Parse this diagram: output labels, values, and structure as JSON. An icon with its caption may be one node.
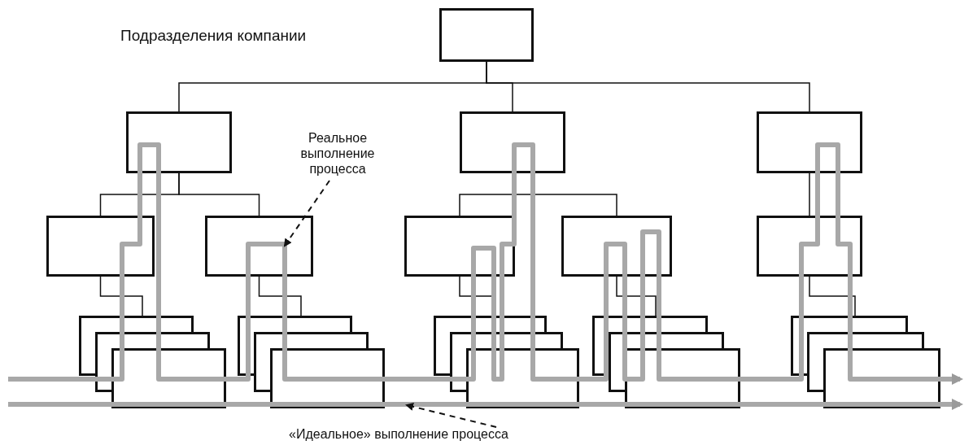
{
  "diagram": {
    "nodes": [
      {
        "text": [],
        "shape": "box"
      },
      {
        "text": [],
        "shape": "box"
      },
      {
        "text": [],
        "shape": "box"
      },
      {
        "text": [],
        "shape": "box"
      },
      {
        "text": [],
        "shape": "box"
      },
      {
        "text": [],
        "shape": "box"
      },
      {
        "text": [],
        "shape": "box"
      },
      {
        "text": [],
        "shape": "box"
      },
      {
        "text": [],
        "shape": "box"
      },
      {
        "text": [],
        "shape": "stack"
      },
      {
        "text": [],
        "shape": "stack"
      },
      {
        "text": [],
        "shape": "stack"
      },
      {
        "text": [],
        "shape": "stack"
      },
      {
        "text": [],
        "shape": "stack"
      },
      {
        "text": [
          "Реальное выполнение процесса"
        ]
      },
      {
        "text": [
          "«Идеальное» выполнение процесса"
        ]
      }
    ],
    "edges": [
      {
        "from": 0,
        "to": 1,
        "arrow": "none"
      },
      {
        "from": 0,
        "to": 2,
        "arrow": "none"
      },
      {
        "from": 0,
        "to": 3,
        "arrow": "none"
      },
      {
        "from": 1,
        "to": 4,
        "arrow": "none"
      },
      {
        "from": 1,
        "to": 5,
        "arrow": "none"
      },
      {
        "from": 2,
        "to": 6,
        "arrow": "none"
      },
      {
        "from": 2,
        "to": 7,
        "arrow": "none"
      },
      {
        "from": 3,
        "to": 8,
        "arrow": "none"
      },
      {
        "from": 4,
        "to": 9,
        "arrow": "none"
      },
      {
        "from": 5,
        "to": 10,
        "arrow": "none"
      },
      {
        "from": 6,
        "to": 11,
        "arrow": "none"
      },
      {
        "from": 7,
        "to": 12,
        "arrow": "none"
      },
      {
        "from": 8,
        "to": 13,
        "arrow": "none"
      },
      {
        "from": 14,
        "to": 5,
        "arrow": "to",
        "style": "dashed"
      },
      {
        "from": 15,
        "to": null,
        "arrow": "to",
        "style": "dashed"
      }
    ],
    "labels": [
      "Подразделения компании"
    ]
  }
}
